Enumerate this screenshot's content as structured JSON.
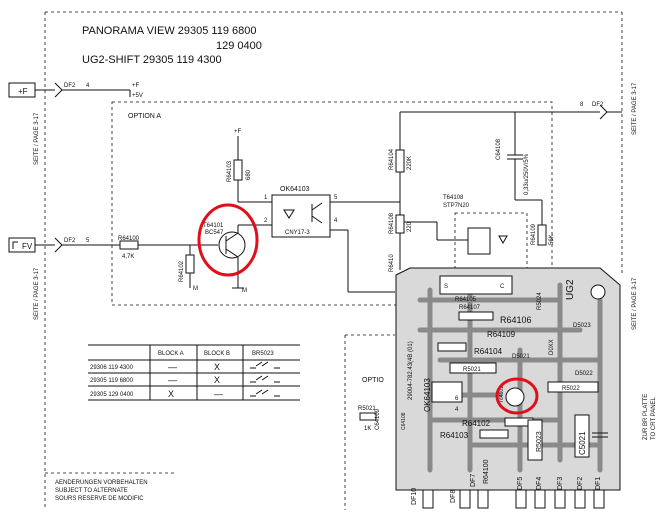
{
  "header": {
    "line1": "PANORAMA VIEW 29305 119 6800",
    "line2": "129 0400",
    "line3": "UG2-SHIFT   29305 119 4300"
  },
  "left_connectors": {
    "plus_f": "+F",
    "plus_f_page": "SEITE / PAGE 3-17",
    "fv": "FV",
    "fv_page": "SEITE / PAGE 3-17"
  },
  "right_connectors": {
    "df2": "DF2",
    "pin8": "8",
    "page_top": "SEITE / PAGE 3-17",
    "page_mid": "SEITE / PAGE 3-17",
    "zur": "ZUR BR PLATTE",
    "to": "TO CRT PANEL"
  },
  "signals": {
    "df2_4": "DF2",
    "pin4": "4",
    "plus_f": "+F",
    "plus_5v": "+5V",
    "df2_5": "DF2",
    "pin5": "5",
    "plus_f2": "+F"
  },
  "option_a": "OPTION A",
  "option_b": "OPTIO",
  "components": {
    "r64100": "R64100",
    "r64100_v": "4,7K",
    "r64102": "R64102",
    "m1": "M",
    "t64101": "T64101",
    "bc547": "BC547",
    "m2": "M",
    "r64103": "R64103",
    "r64103_v": "680",
    "ok64103": "OK64103",
    "cny17": "CNY17-3",
    "p1": "1",
    "p2": "2",
    "p4": "4",
    "p5": "5",
    "r64104": "R64104",
    "r64104_v": "220K",
    "c64108": "C64108",
    "c64108_v": "0,33u/250V/5%",
    "t64108": "T64108",
    "stp7n20": "STP7N20",
    "r64108": "R64108",
    "r64108_v": "220",
    "r64109": "R64109",
    "r64109_v": "56K",
    "r64107": "R6410",
    "r5021": "R5021",
    "r5021_v": "1K",
    "c64109": "C64109"
  },
  "table": {
    "headers": [
      "",
      "BLOCK A",
      "BLOCK B",
      "BR5023"
    ],
    "rows": [
      {
        "part": "29306 119 4300",
        "a": "—",
        "b": "X"
      },
      {
        "part": "29305 119 6800",
        "a": "—",
        "b": "X"
      },
      {
        "part": "29305 129 0400",
        "a": "X",
        "b": "—"
      }
    ]
  },
  "notice": {
    "l1": "AENDERUNGEN VORBEHALTEN",
    "l2": "SUBJECT TO ALTERNATE",
    "l3": "SOURS RESERVE DE MODIFIC"
  },
  "pcb": {
    "r64105": "R64105",
    "r64107": "R64107",
    "r64106": "R64106",
    "r64109": "R64109",
    "r64104": "R64104",
    "r5024": "R5024",
    "ug2": "UG2",
    "d5023": "D5023",
    "d5022": "D5022",
    "d5021": "D5021",
    "r5021": "R5021",
    "dzx": "D0XX",
    "part_no": "29004-782.43(4B (01)",
    "ok64103": "OK64103",
    "t64101": "T64101",
    "r5022": "R5022",
    "r64102": "R64102",
    "r64103": "R64103",
    "r64100": "R64100",
    "r5023": "R5023",
    "c5021": "C5021",
    "c64108": "C64108",
    "pin_s": "S",
    "pin_c": "C",
    "df10": "DF10",
    "df8": "DF8",
    "df7": "DF7",
    "df5": "DF5",
    "df4": "DF4",
    "df3": "DF3",
    "df2": "DF2",
    "df1": "DF1",
    "n6": "6",
    "n4": "4"
  }
}
